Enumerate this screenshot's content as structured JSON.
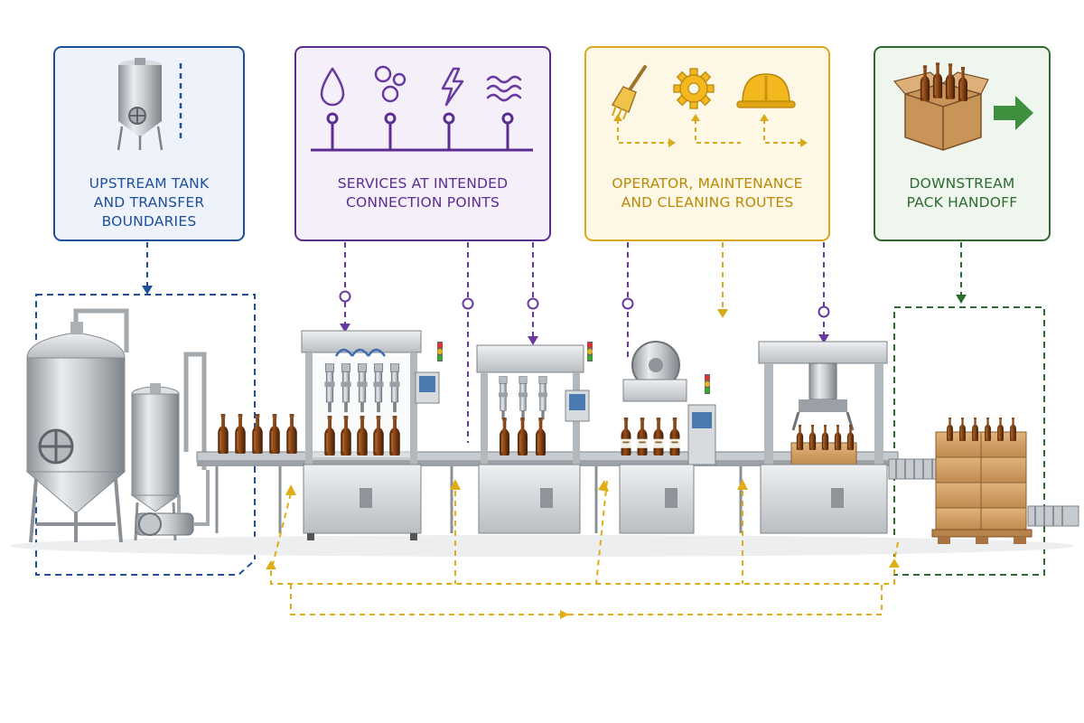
{
  "callouts": {
    "upstream": {
      "lines": [
        "UPSTREAM TANK",
        "AND TRANSFER",
        "BOUNDARIES"
      ],
      "color": "#1f4f9a",
      "icons": [
        "storage-tank-icon"
      ]
    },
    "services": {
      "lines": [
        "SERVICES AT INTENDED",
        "CONNECTION POINTS"
      ],
      "color": "#5b2d91",
      "icons": [
        "water-drop-icon",
        "gas-bubbles-icon",
        "electricity-icon",
        "air-waves-icon"
      ]
    },
    "operator": {
      "lines": [
        "OPERATOR, MAINTENANCE",
        "AND CLEANING ROUTES"
      ],
      "color": "#c99a0a",
      "icons": [
        "cleaning-brush-icon",
        "gear-icon",
        "hard-hat-icon"
      ]
    },
    "downstream": {
      "lines": [
        "DOWNSTREAM",
        "PACK HANDOFF"
      ],
      "color": "#2e6b2e",
      "icons": [
        "bottle-case-icon",
        "arrow-right-icon"
      ]
    }
  },
  "equipment": [
    "fermentation-tank",
    "bright-tank",
    "transfer-pump",
    "filler-machine",
    "capper-machine",
    "labeler-machine",
    "case-packer-machine",
    "pallet-stack"
  ]
}
